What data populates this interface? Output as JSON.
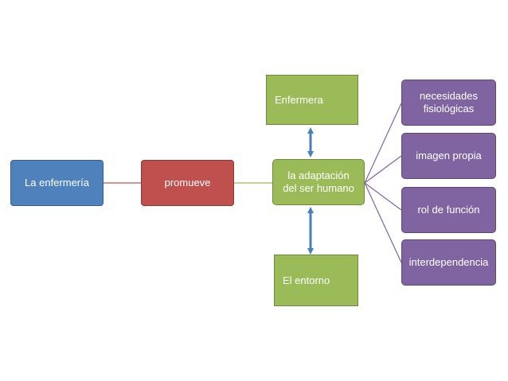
{
  "nodes": {
    "enfermeria": "La enfermería",
    "promueve": "promueve",
    "adaptacion": "la adaptación del ser humano",
    "enfermera": "Enfermera",
    "entorno": "El entorno",
    "necesidades": "necesidades fisiológicas",
    "imagen": "imagen propia",
    "rol": "rol de función",
    "interdependencia": "interdependencia"
  },
  "colors": {
    "blue": "#4f81bd",
    "red": "#c0504d",
    "green": "#9bbb59",
    "purple": "#8064a2",
    "arrow": "#4a7ebb"
  }
}
